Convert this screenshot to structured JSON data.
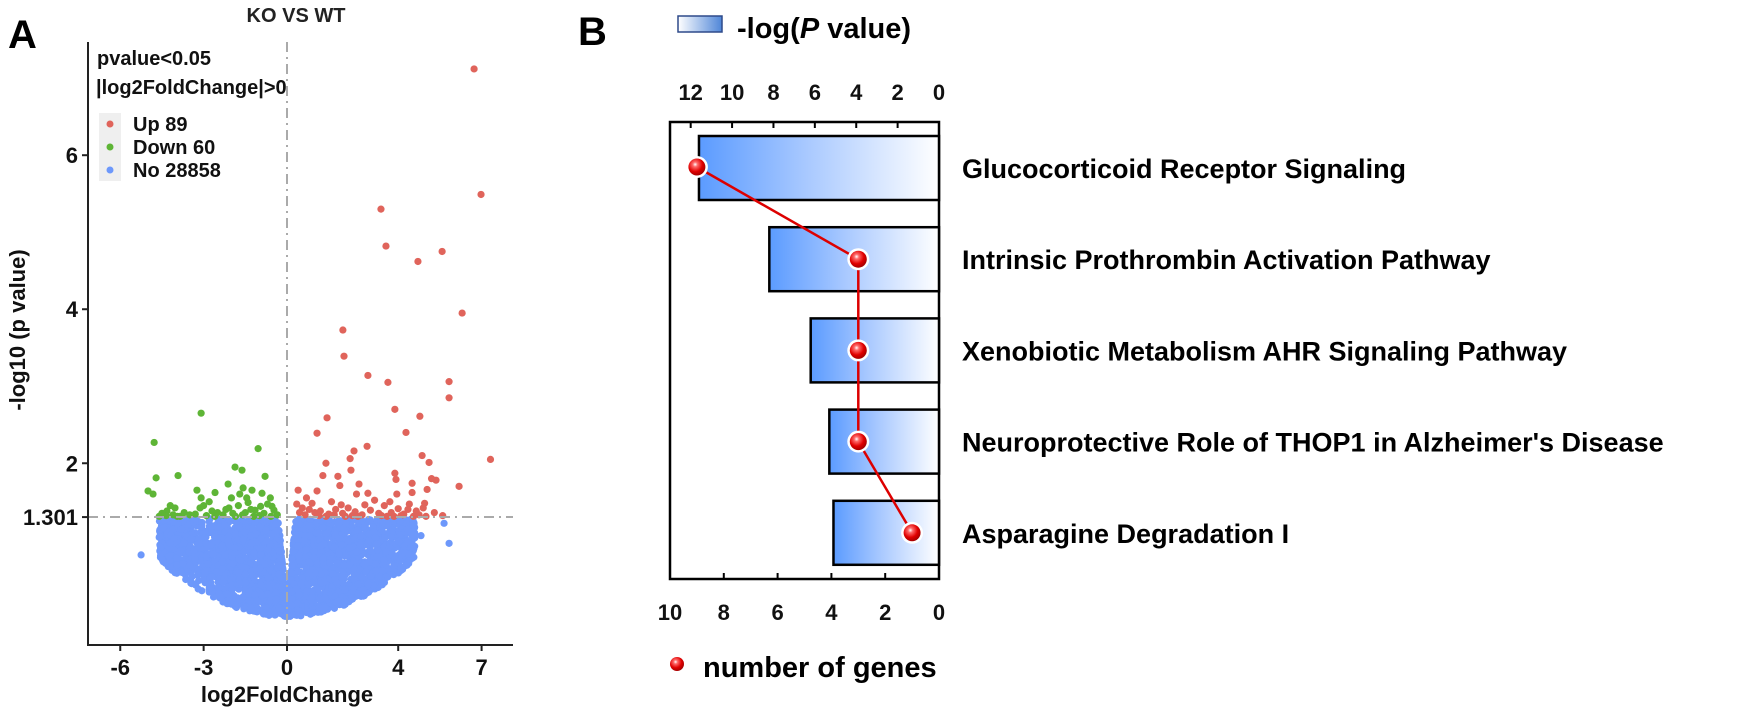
{
  "panels": {
    "a": "A",
    "b": "B"
  },
  "colors": {
    "up": "#e0645b",
    "down": "#5eb536",
    "no": "#6d98fb",
    "threshold_line": "#aaaaaa",
    "bar_start": "#5b9bff",
    "bar_end": "#ffffff",
    "gene_dot": "#dd0000",
    "gene_line": "#dd0000"
  },
  "chart_data": [
    {
      "type": "scatter",
      "title": "KO VS WT",
      "xlabel": "log2FoldChange",
      "ylabel": "-log10 (p value)",
      "xticks": [
        -6,
        -3,
        0,
        4,
        7
      ],
      "yticks": [
        2,
        1.301,
        4,
        6
      ],
      "ytick_labels": [
        "2",
        "1.301",
        "4",
        "6"
      ],
      "xlim": [
        -7.16,
        8.13
      ],
      "ylim": [
        -0.36,
        7.47
      ],
      "threshold_y": 1.301,
      "threshold_x": 0,
      "annotations": [
        "pvalue<0.05",
        "|log2FoldChange|>0"
      ],
      "legend_position": "top-left",
      "legend": [
        {
          "label": "Up 89",
          "group": "up"
        },
        {
          "label": "Down 60",
          "group": "down"
        },
        {
          "label": "No 28858",
          "group": "no"
        }
      ],
      "series": [
        {
          "group": "up",
          "points": [
            [
              6.73,
              7.12
            ],
            [
              6.98,
              5.49
            ],
            [
              3.38,
              5.3
            ],
            [
              3.56,
              4.82
            ],
            [
              5.58,
              4.75
            ],
            [
              4.71,
              4.62
            ],
            [
              6.3,
              3.95
            ],
            [
              2.01,
              3.73
            ],
            [
              2.05,
              3.39
            ],
            [
              2.91,
              3.14
            ],
            [
              3.63,
              3.05
            ],
            [
              5.83,
              3.06
            ],
            [
              5.83,
              2.85
            ],
            [
              1.44,
              2.59
            ],
            [
              3.88,
              2.7
            ],
            [
              4.78,
              2.61
            ],
            [
              4.28,
              2.4
            ],
            [
              1.08,
              2.39
            ],
            [
              2.88,
              2.22
            ],
            [
              2.41,
              2.16
            ],
            [
              2.27,
              2.06
            ],
            [
              4.86,
              2.1
            ],
            [
              5.11,
              2.01
            ],
            [
              6.19,
              1.7
            ],
            [
              7.32,
              2.05
            ],
            [
              1.4,
              2.0
            ],
            [
              2.3,
              1.91
            ],
            [
              1.29,
              1.84
            ],
            [
              1.83,
              1.83
            ],
            [
              3.88,
              1.87
            ],
            [
              3.92,
              1.79
            ],
            [
              5.36,
              1.78
            ],
            [
              5.2,
              1.8
            ],
            [
              1.9,
              1.71
            ],
            [
              2.59,
              1.73
            ],
            [
              4.5,
              1.74
            ],
            [
              0.4,
              1.65
            ],
            [
              1.08,
              1.64
            ],
            [
              2.5,
              1.6
            ],
            [
              2.91,
              1.61
            ],
            [
              3.95,
              1.6
            ],
            [
              5.04,
              1.66
            ],
            [
              4.5,
              1.62
            ],
            [
              0.35,
              1.47
            ],
            [
              0.55,
              1.42
            ],
            [
              0.8,
              1.4
            ],
            [
              1.0,
              1.36
            ],
            [
              1.2,
              1.38
            ],
            [
              1.5,
              1.34
            ],
            [
              1.75,
              1.4
            ],
            [
              2.0,
              1.35
            ],
            [
              2.2,
              1.42
            ],
            [
              2.45,
              1.37
            ],
            [
              2.7,
              1.33
            ],
            [
              3.0,
              1.39
            ],
            [
              3.3,
              1.35
            ],
            [
              3.5,
              1.45
            ],
            [
              3.75,
              1.36
            ],
            [
              4.0,
              1.41
            ],
            [
              4.2,
              1.34
            ],
            [
              4.4,
              1.47
            ],
            [
              4.65,
              1.38
            ],
            [
              4.9,
              1.42
            ],
            [
              5.3,
              1.36
            ],
            [
              5.6,
              1.32
            ],
            [
              0.65,
              1.33
            ],
            [
              1.4,
              1.31
            ],
            [
              2.55,
              1.31
            ],
            [
              3.6,
              1.31
            ],
            [
              4.1,
              1.32
            ],
            [
              0.9,
              1.48
            ],
            [
              1.6,
              1.5
            ],
            [
              2.8,
              1.46
            ],
            [
              3.15,
              1.52
            ],
            [
              4.35,
              1.4
            ],
            [
              4.75,
              1.33
            ],
            [
              5.0,
              1.31
            ],
            [
              1.15,
              1.32
            ],
            [
              2.1,
              1.31
            ],
            [
              3.85,
              1.31
            ],
            [
              0.45,
              1.36
            ],
            [
              1.95,
              1.46
            ],
            [
              2.35,
              1.32
            ],
            [
              3.4,
              1.32
            ],
            [
              4.55,
              1.31
            ],
            [
              0.7,
              1.55
            ],
            [
              1.7,
              1.33
            ],
            [
              3.7,
              1.5
            ],
            [
              4.95,
              1.48
            ]
          ]
        },
        {
          "group": "down",
          "points": [
            [
              -4.78,
              2.27
            ],
            [
              -3.09,
              2.65
            ],
            [
              -4.71,
              1.81
            ],
            [
              -5.0,
              1.64
            ],
            [
              -4.82,
              1.6
            ],
            [
              -3.92,
              1.84
            ],
            [
              -3.24,
              1.65
            ],
            [
              -3.09,
              1.55
            ],
            [
              -2.59,
              1.62
            ],
            [
              -2.12,
              1.73
            ],
            [
              -1.87,
              1.95
            ],
            [
              -1.62,
              1.91
            ],
            [
              -1.04,
              2.19
            ],
            [
              -0.79,
              1.83
            ],
            [
              -1.58,
              1.68
            ],
            [
              -1.26,
              1.65
            ],
            [
              -1.4,
              1.49
            ],
            [
              -0.9,
              1.61
            ],
            [
              -0.54,
              1.44
            ],
            [
              -4.03,
              1.42
            ],
            [
              -3.13,
              1.42
            ],
            [
              -2.7,
              1.38
            ],
            [
              -2.09,
              1.42
            ],
            [
              -4.32,
              1.38
            ],
            [
              -3.85,
              1.31
            ],
            [
              -4.35,
              1.32
            ],
            [
              -1.95,
              1.35
            ],
            [
              -1.3,
              1.4
            ],
            [
              -1.15,
              1.39
            ],
            [
              -1.75,
              1.45
            ],
            [
              -1.6,
              1.33
            ],
            [
              -0.83,
              1.35
            ],
            [
              -0.47,
              1.39
            ],
            [
              -0.58,
              1.31
            ],
            [
              -2.3,
              1.33
            ],
            [
              -2.5,
              1.36
            ],
            [
              -3.5,
              1.33
            ],
            [
              -3.7,
              1.36
            ],
            [
              -1.0,
              1.32
            ],
            [
              -0.7,
              1.47
            ],
            [
              -1.45,
              1.55
            ],
            [
              -2.0,
              1.55
            ],
            [
              -2.9,
              1.32
            ],
            [
              -3.3,
              1.34
            ],
            [
              -4.1,
              1.33
            ],
            [
              -4.5,
              1.35
            ],
            [
              -1.2,
              1.31
            ],
            [
              -0.35,
              1.33
            ],
            [
              -1.85,
              1.31
            ],
            [
              -2.6,
              1.31
            ],
            [
              -3.95,
              1.31
            ],
            [
              -4.2,
              1.45
            ],
            [
              -1.5,
              1.36
            ],
            [
              -0.95,
              1.44
            ],
            [
              -2.2,
              1.4
            ],
            [
              -3.0,
              1.45
            ],
            [
              -0.6,
              1.55
            ],
            [
              -1.7,
              1.6
            ],
            [
              -4.6,
              1.31
            ],
            [
              -2.8,
              1.5
            ]
          ]
        },
        {
          "group": "no",
          "count": 28858,
          "points": [
            [
              -5.25,
              0.81
            ],
            [
              4.57,
              1.22
            ],
            [
              4.82,
              1.06
            ],
            [
              5.65,
              1.22
            ],
            [
              5.83,
              0.96
            ],
            [
              4.06,
              1.25
            ]
          ]
        }
      ]
    },
    {
      "type": "bar",
      "orientation": "horizontal",
      "categories": [
        "Glucocorticoid Receptor Signaling",
        "Intrinsic Prothrombin Activation Pathway",
        "Xenobiotic Metabolism AHR Signaling Pathway",
        "Neuroprotective Role of THOP1 in Alzheimer's Disease",
        "Asparagine Degradation I"
      ],
      "bar_series": {
        "name_parts": [
          "-log(",
          "P",
          " value)"
        ],
        "values": [
          11.6,
          8.2,
          6.2,
          5.3,
          5.1
        ],
        "axis": "top",
        "xlim": [
          13,
          0
        ],
        "ticks": [
          12,
          10,
          8,
          6,
          4,
          2,
          0
        ]
      },
      "line_series": {
        "name": "number of genes",
        "values": [
          9,
          3,
          3,
          3,
          1
        ],
        "axis": "bottom",
        "xlim": [
          10,
          0
        ],
        "ticks": [
          10,
          8,
          6,
          4,
          2,
          0
        ]
      },
      "legend_position": "top / bottom"
    }
  ]
}
